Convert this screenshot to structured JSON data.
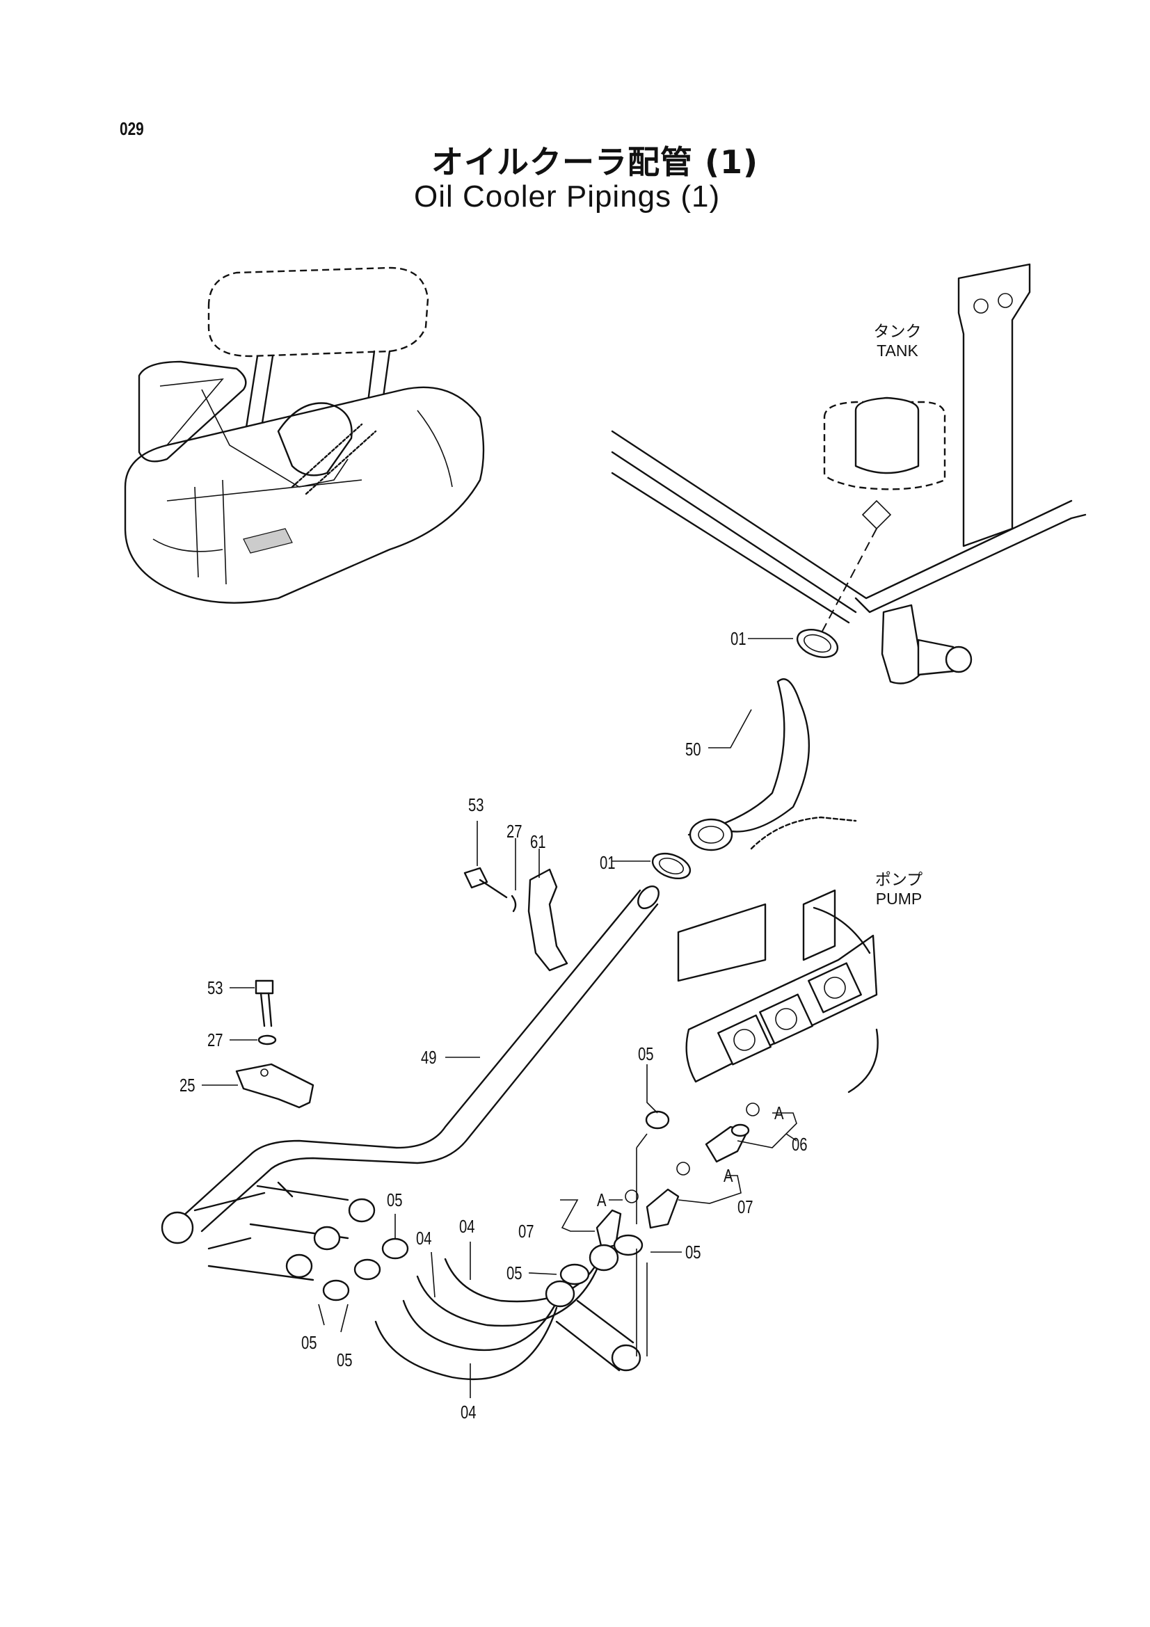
{
  "page_number": "029",
  "title_jp": "オイルクーラ配管 (1)",
  "title_en": "Oil Cooler Pipings (1)",
  "zones": {
    "tank_jp": "タンク",
    "tank_en": "TANK",
    "pump_jp": "ポンプ",
    "pump_en": "PUMP"
  },
  "callouts": [
    {
      "id": "c01a",
      "text": "01"
    },
    {
      "id": "c50",
      "text": "50"
    },
    {
      "id": "c53a",
      "text": "53"
    },
    {
      "id": "c27a",
      "text": "27"
    },
    {
      "id": "c61",
      "text": "61"
    },
    {
      "id": "c01b",
      "text": "01"
    },
    {
      "id": "c53b",
      "text": "53"
    },
    {
      "id": "c27b",
      "text": "27"
    },
    {
      "id": "c25",
      "text": "25"
    },
    {
      "id": "c49",
      "text": "49"
    },
    {
      "id": "c05a",
      "text": "05"
    },
    {
      "id": "cA1",
      "text": "A"
    },
    {
      "id": "c06",
      "text": "06"
    },
    {
      "id": "cA2",
      "text": "A"
    },
    {
      "id": "cA3",
      "text": "A"
    },
    {
      "id": "c07a",
      "text": "07"
    },
    {
      "id": "c07b",
      "text": "07"
    },
    {
      "id": "c05b",
      "text": "05"
    },
    {
      "id": "c05c",
      "text": "05"
    },
    {
      "id": "c05d",
      "text": "05"
    },
    {
      "id": "c04a",
      "text": "04"
    },
    {
      "id": "c04b",
      "text": "04"
    },
    {
      "id": "c05e",
      "text": "05"
    },
    {
      "id": "c05f",
      "text": "05"
    },
    {
      "id": "c04c",
      "text": "04"
    }
  ]
}
